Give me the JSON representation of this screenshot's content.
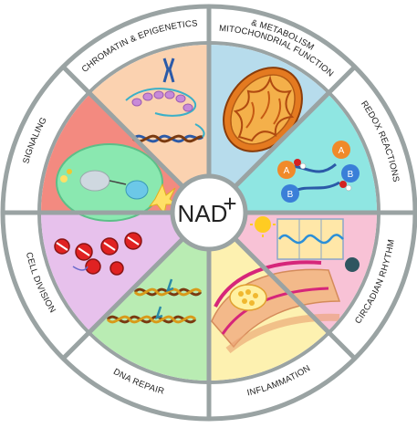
{
  "center": {
    "label": "NAD",
    "superscript": "+"
  },
  "segments": [
    {
      "id": "mitochondrial",
      "label_lines": [
        "MITOCHONDRIAL FUNCTION",
        "& METABOLISM"
      ],
      "fill": "#b7dcec",
      "icon": "mitochondrion-icon"
    },
    {
      "id": "redox",
      "label_lines": [
        "REDOX REACTIONS"
      ],
      "fill": "#8fe6e2",
      "icon": "redox-molecules-icon"
    },
    {
      "id": "circadian",
      "label_lines": [
        "CIRCADIAN RHYTHM"
      ],
      "fill": "#f8c2d6",
      "icon": "sun-moon-wave-icon"
    },
    {
      "id": "inflammation",
      "label_lines": [
        "INFLAMMATION"
      ],
      "fill": "#fdf1b0",
      "icon": "inflamed-tissue-icon"
    },
    {
      "id": "dna-repair",
      "label_lines": [
        "DNA REPAIR"
      ],
      "fill": "#b9ecb3",
      "icon": "dna-helix-icon"
    },
    {
      "id": "cell-division",
      "label_lines": [
        "CELL DIVISION"
      ],
      "fill": "#e7c1ec",
      "icon": "chromosomes-icon"
    },
    {
      "id": "signaling",
      "label_lines": [
        "SIGNALING"
      ],
      "fill": "#f38a80",
      "icon": "cell-signal-icon"
    },
    {
      "id": "chromatin",
      "label_lines": [
        "CHROMATIN & EPIGENETICS"
      ],
      "fill": "#fbd2b0",
      "icon": "chromosome-icon"
    }
  ],
  "colors": {
    "ring": "#9aa3a3",
    "ring_fill": "#ffffff",
    "center_fill": "#ffffff",
    "divider": "#9aa3a3"
  }
}
